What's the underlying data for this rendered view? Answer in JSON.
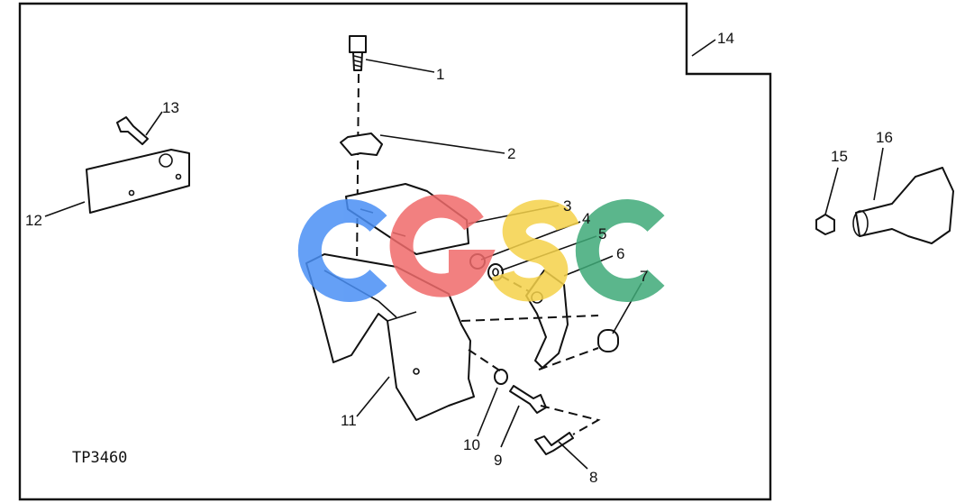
{
  "figure_id": "TP3460",
  "callouts": [
    "1",
    "2",
    "3",
    "4",
    "5",
    "6",
    "7",
    "8",
    "9",
    "10",
    "11",
    "12",
    "13",
    "14",
    "15",
    "16"
  ],
  "watermark": {
    "letters": [
      "C",
      "G",
      "S",
      "C"
    ],
    "colors": [
      "#4a8ff5",
      "#f06b6b",
      "#f5d24a",
      "#3faa78"
    ]
  }
}
